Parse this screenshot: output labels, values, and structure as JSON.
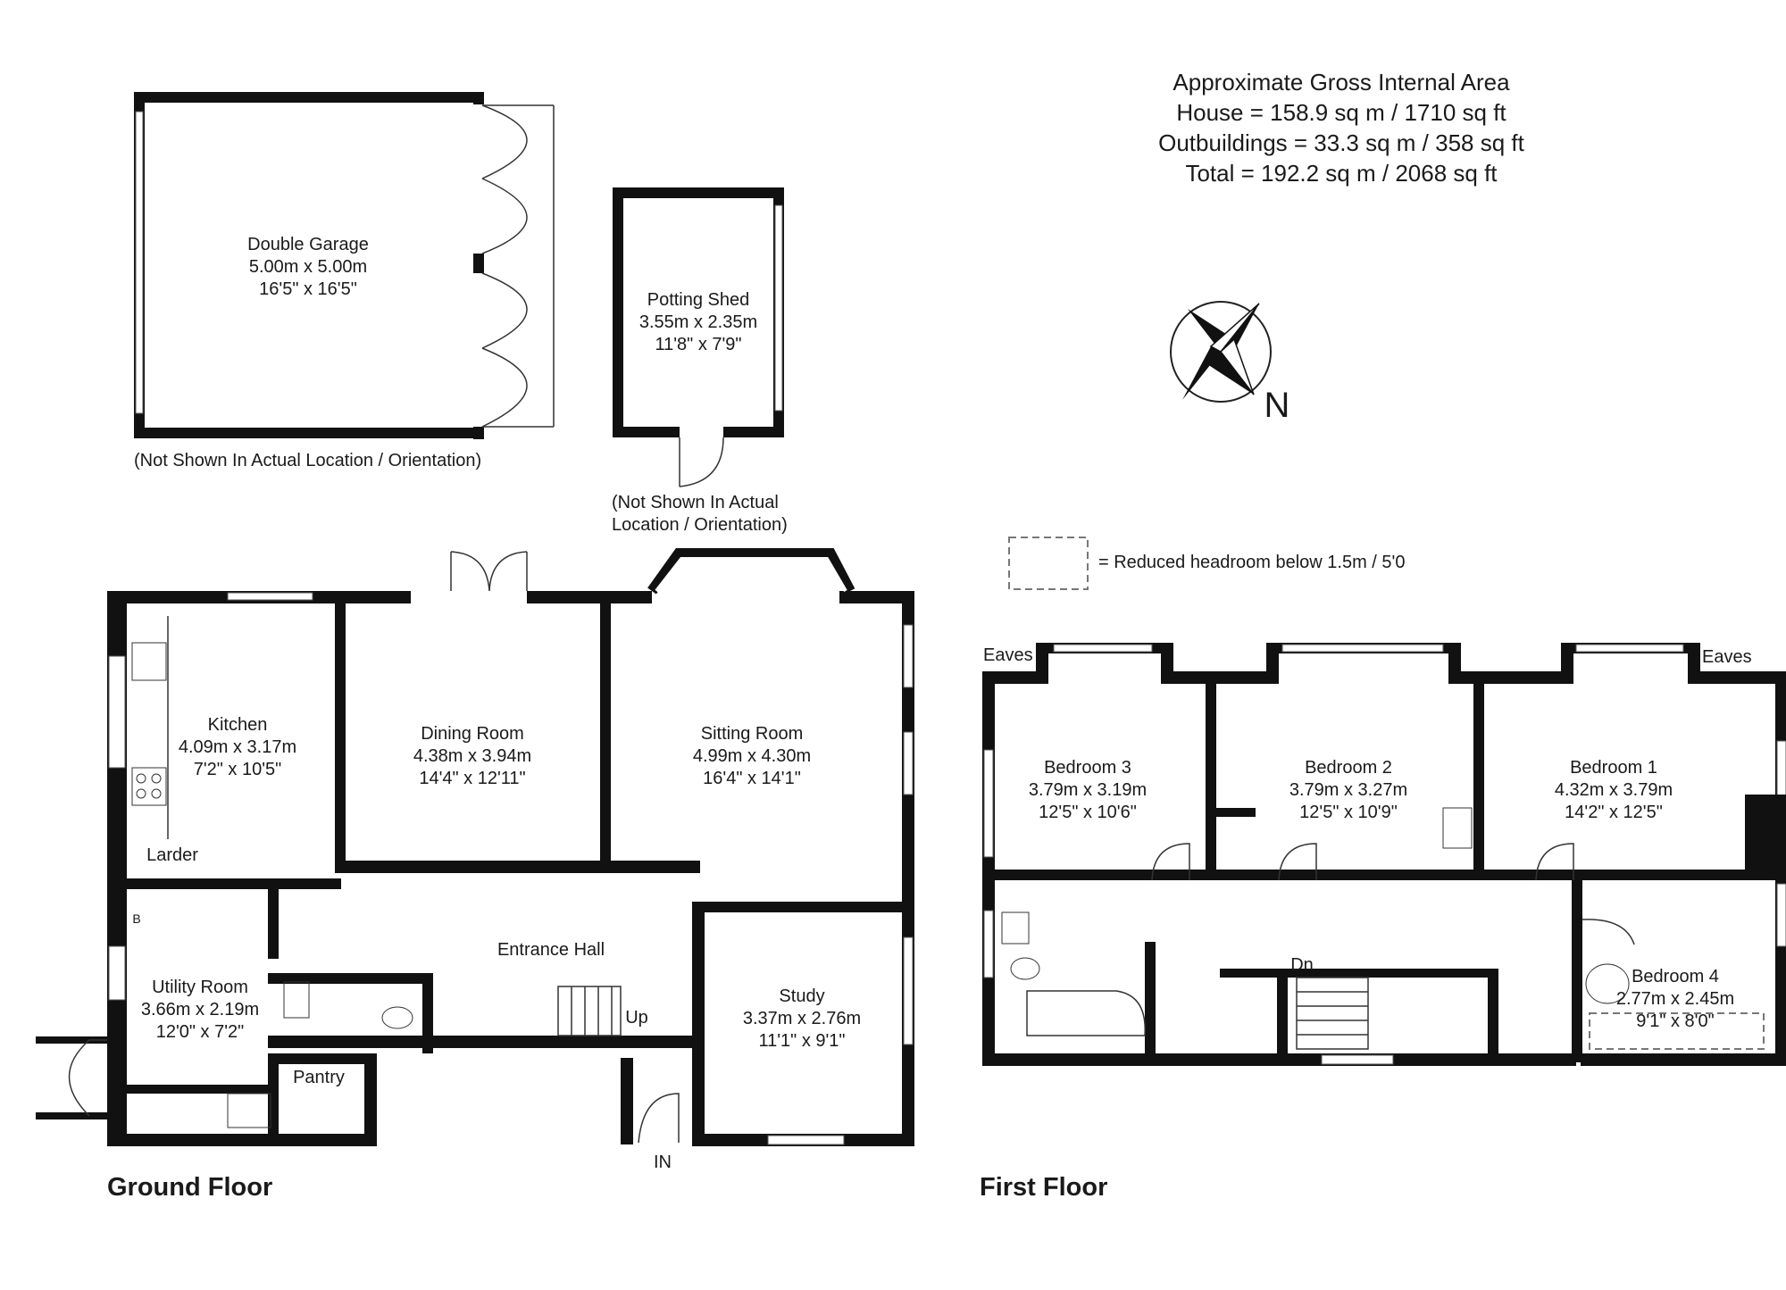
{
  "area": {
    "line1": "Approximate Gross Internal Area",
    "line2": "House = 158.9 sq m / 1710 sq ft",
    "line3": "Outbuildings = 33.3 sq m / 358 sq ft",
    "line4": "Total = 192.2 sq m / 2068 sq ft"
  },
  "legend": {
    "text": "= Reduced headroom below 1.5m / 5'0"
  },
  "compass": {
    "label": "N"
  },
  "floors": {
    "ground": "Ground Floor",
    "first": "First Floor"
  },
  "outbuildings": {
    "garage": {
      "name": "Double Garage",
      "metric": "5.00m x 5.00m",
      "imperial": "16'5\" x 16'5\"",
      "note": "(Not Shown In Actual Location / Orientation)"
    },
    "shed": {
      "name": "Potting Shed",
      "metric": "3.55m x 2.35m",
      "imperial": "11'8\" x 7'9\"",
      "note1": "(Not Shown In Actual",
      "note2": "Location / Orientation)"
    }
  },
  "ground": {
    "kitchen": {
      "name": "Kitchen",
      "metric": "4.09m x 3.17m",
      "imperial": "7'2\" x 10'5\""
    },
    "dining": {
      "name": "Dining Room",
      "metric": "4.38m x 3.94m",
      "imperial": "14'4\" x 12'11\""
    },
    "sitting": {
      "name": "Sitting Room",
      "metric": "4.99m x 4.30m",
      "imperial": "16'4\" x 14'1\""
    },
    "larder": "Larder",
    "boiler": "B",
    "utility": {
      "name": "Utility Room",
      "metric": "3.66m x 2.19m",
      "imperial": "12'0\" x 7'2\""
    },
    "hall": "Entrance Hall",
    "study": {
      "name": "Study",
      "metric": "3.37m x 2.76m",
      "imperial": "11'1\" x 9'1\""
    },
    "pantry": "Pantry",
    "up": "Up",
    "entrance": "IN"
  },
  "first": {
    "eaves_left": "Eaves",
    "eaves_right": "Eaves",
    "bed3": {
      "name": "Bedroom 3",
      "metric": "3.79m x 3.19m",
      "imperial": "12'5\" x 10'6\""
    },
    "bed2": {
      "name": "Bedroom 2",
      "metric": "3.79m x 3.27m",
      "imperial": "12'5\" x 10'9\""
    },
    "bed1": {
      "name": "Bedroom 1",
      "metric": "4.32m x 3.79m",
      "imperial": "14'2\" x 12'5\""
    },
    "bed4": {
      "name": "Bedroom 4",
      "metric": "2.77m x 2.45m",
      "imperial": "9'1\" x 8'0\""
    },
    "down": "Dn"
  }
}
